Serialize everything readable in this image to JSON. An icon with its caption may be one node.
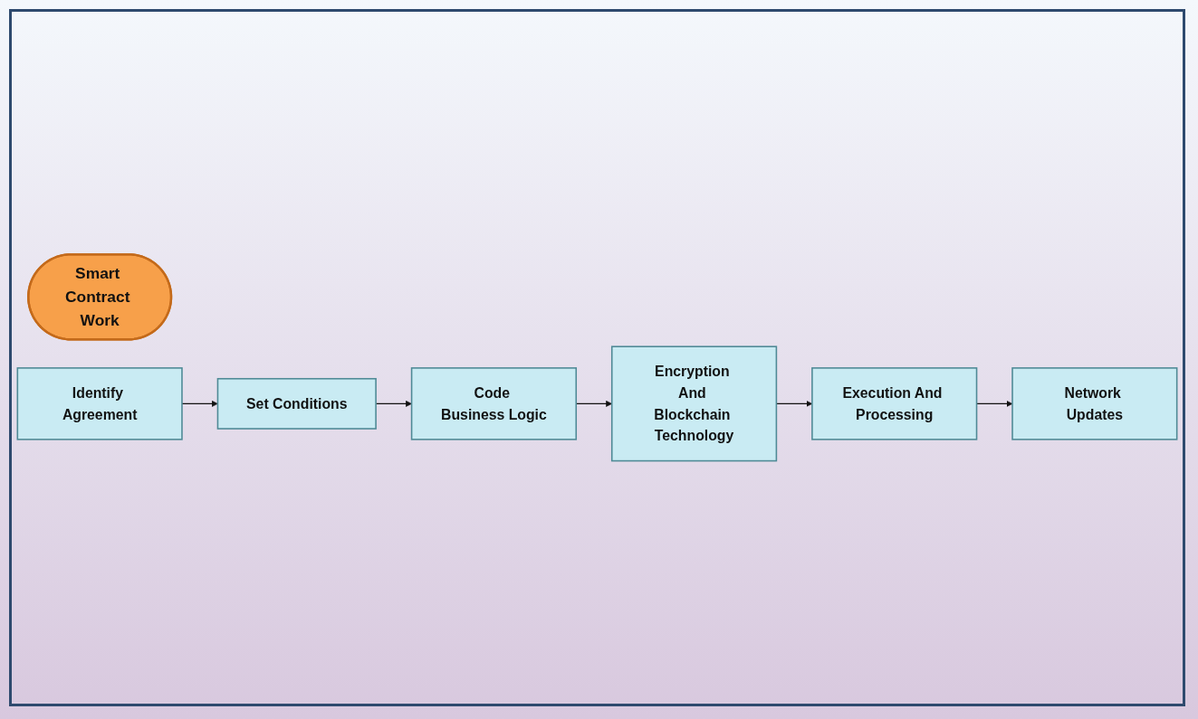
{
  "diagram": {
    "nodes": [
      {
        "text": [
          "Smart Contract Work"
        ]
      },
      {
        "text": [
          "Identify Agreement"
        ]
      },
      {
        "text": [
          "Set Conditions"
        ]
      },
      {
        "text": [
          "Code Business Logic"
        ]
      },
      {
        "text": [
          "Encryption And Blockchain Technology"
        ]
      },
      {
        "text": [
          "Execution And Processing"
        ]
      },
      {
        "text": [
          "Network Updates"
        ]
      }
    ],
    "edges": [
      {
        "from": 1,
        "to": 2,
        "arrow": "to"
      },
      {
        "from": 2,
        "to": 3,
        "arrow": "to"
      },
      {
        "from": 3,
        "to": 4,
        "arrow": "to"
      },
      {
        "from": 4,
        "to": 5,
        "arrow": "to"
      },
      {
        "from": 5,
        "to": 6,
        "arrow": "to"
      }
    ]
  }
}
